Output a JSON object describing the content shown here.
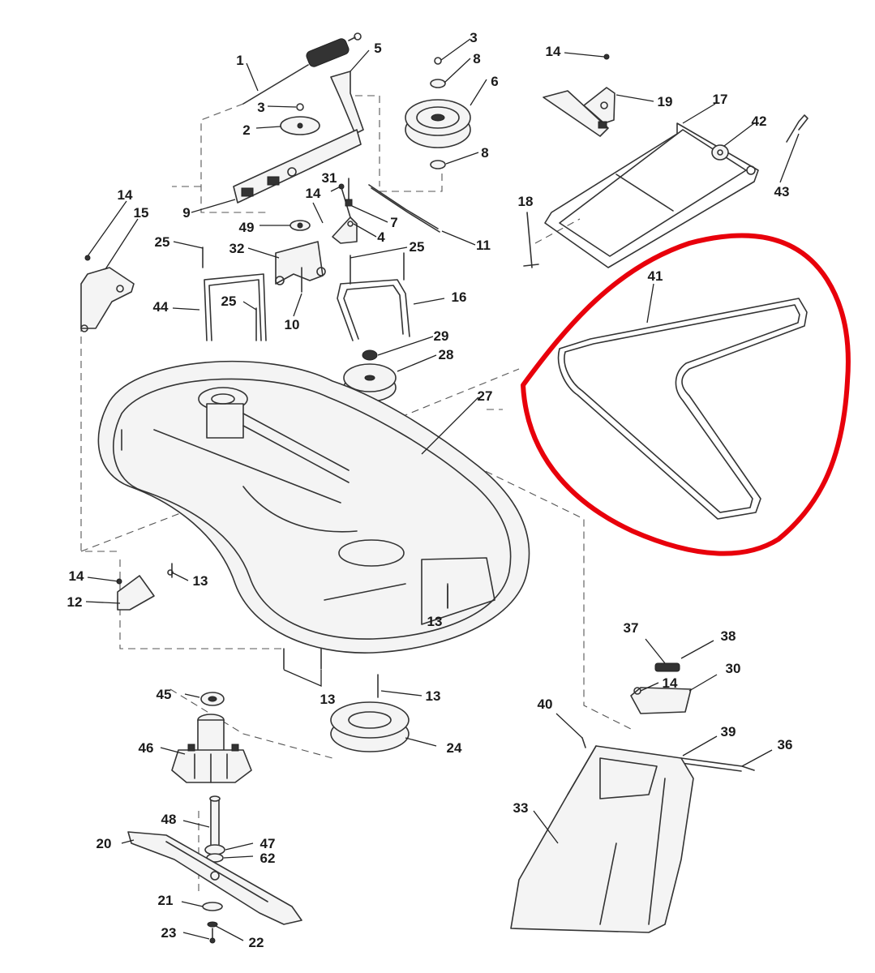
{
  "colors": {
    "line": "#333333",
    "highlight": "#e8000b",
    "background": "#ffffff"
  },
  "callouts": [
    {
      "id": "c1",
      "text": "1"
    },
    {
      "id": "c2",
      "text": "2"
    },
    {
      "id": "c3a",
      "text": "3"
    },
    {
      "id": "c3b",
      "text": "3"
    },
    {
      "id": "c4",
      "text": "4"
    },
    {
      "id": "c5",
      "text": "5"
    },
    {
      "id": "c6",
      "text": "6"
    },
    {
      "id": "c7",
      "text": "7"
    },
    {
      "id": "c8a",
      "text": "8"
    },
    {
      "id": "c8b",
      "text": "8"
    },
    {
      "id": "c9",
      "text": "9"
    },
    {
      "id": "c10",
      "text": "10"
    },
    {
      "id": "c11",
      "text": "11"
    },
    {
      "id": "c12",
      "text": "12"
    },
    {
      "id": "c13a",
      "text": "13"
    },
    {
      "id": "c13b",
      "text": "13"
    },
    {
      "id": "c13c",
      "text": "13"
    },
    {
      "id": "c13d",
      "text": "13"
    },
    {
      "id": "c14a",
      "text": "14"
    },
    {
      "id": "c14b",
      "text": "14"
    },
    {
      "id": "c14c",
      "text": "14"
    },
    {
      "id": "c14d",
      "text": "14"
    },
    {
      "id": "c14e",
      "text": "14"
    },
    {
      "id": "c15",
      "text": "15"
    },
    {
      "id": "c16",
      "text": "16"
    },
    {
      "id": "c17",
      "text": "17"
    },
    {
      "id": "c18",
      "text": "18"
    },
    {
      "id": "c19",
      "text": "19"
    },
    {
      "id": "c20",
      "text": "20"
    },
    {
      "id": "c21",
      "text": "21"
    },
    {
      "id": "c22",
      "text": "22"
    },
    {
      "id": "c23",
      "text": "23"
    },
    {
      "id": "c24",
      "text": "24"
    },
    {
      "id": "c25a",
      "text": "25"
    },
    {
      "id": "c25b",
      "text": "25"
    },
    {
      "id": "c25c",
      "text": "25"
    },
    {
      "id": "c27",
      "text": "27"
    },
    {
      "id": "c28",
      "text": "28"
    },
    {
      "id": "c29",
      "text": "29"
    },
    {
      "id": "c30",
      "text": "30"
    },
    {
      "id": "c31",
      "text": "31"
    },
    {
      "id": "c32",
      "text": "32"
    },
    {
      "id": "c33",
      "text": "33"
    },
    {
      "id": "c36",
      "text": "36"
    },
    {
      "id": "c37",
      "text": "37"
    },
    {
      "id": "c38",
      "text": "38"
    },
    {
      "id": "c39",
      "text": "39"
    },
    {
      "id": "c40",
      "text": "40"
    },
    {
      "id": "c41",
      "text": "41"
    },
    {
      "id": "c42",
      "text": "42"
    },
    {
      "id": "c43",
      "text": "43"
    },
    {
      "id": "c44",
      "text": "44"
    },
    {
      "id": "c45",
      "text": "45"
    },
    {
      "id": "c46",
      "text": "46"
    },
    {
      "id": "c47",
      "text": "47"
    },
    {
      "id": "c48",
      "text": "48"
    },
    {
      "id": "c49",
      "text": "49"
    },
    {
      "id": "c62",
      "text": "62"
    }
  ]
}
